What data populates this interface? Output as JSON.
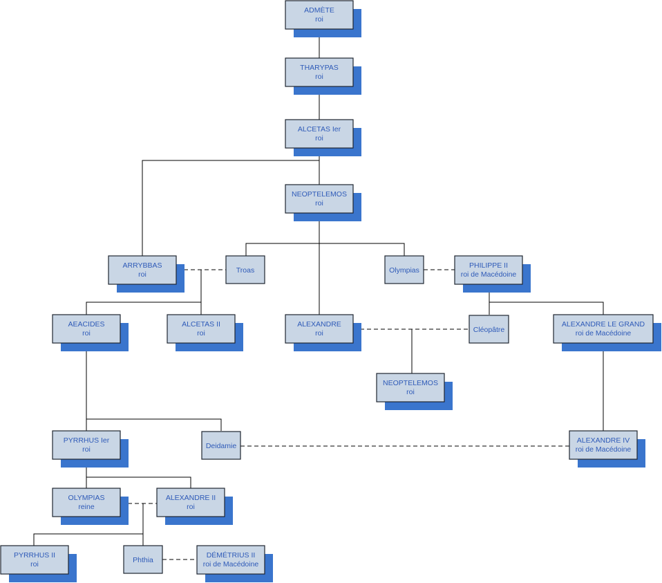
{
  "nodes": [
    {
      "id": "admete",
      "name": "ADMÈTE",
      "title": "roi"
    },
    {
      "id": "tharypas",
      "name": "THARYPAS",
      "title": "roi"
    },
    {
      "id": "alcetas1",
      "name": "ALCETAS Ier",
      "title": "roi"
    },
    {
      "id": "neoptelemos1",
      "name": "NEOPTELEMOS",
      "title": "roi"
    },
    {
      "id": "arrybbas",
      "name": "ARRYBBAS",
      "title": "roi"
    },
    {
      "id": "troas",
      "name": "Troas",
      "title": ""
    },
    {
      "id": "olympias",
      "name": "Olympias",
      "title": ""
    },
    {
      "id": "philippe2",
      "name": "PHILIPPE II",
      "title": "roi de Macédoine"
    },
    {
      "id": "aeacides",
      "name": "AEACIDES",
      "title": "roi"
    },
    {
      "id": "alcetas2",
      "name": "ALCETAS II",
      "title": "roi"
    },
    {
      "id": "alexandre",
      "name": "ALEXANDRE",
      "title": "roi"
    },
    {
      "id": "cleopatre",
      "name": "Cléopâtre",
      "title": ""
    },
    {
      "id": "alexandre_grand",
      "name": "ALEXANDRE LE GRAND",
      "title": "roi de Macédoine"
    },
    {
      "id": "neoptelemos2",
      "name": "NEOPTELEMOS",
      "title": "roi"
    },
    {
      "id": "pyrrhus1",
      "name": "PYRRHUS Ier",
      "title": "roi"
    },
    {
      "id": "deidamie",
      "name": "Deidamie",
      "title": ""
    },
    {
      "id": "alexandre4",
      "name": "ALEXANDRE IV",
      "title": "roi de Macédoine"
    },
    {
      "id": "olympias_reine",
      "name": "OLYMPIAS",
      "title": "reine"
    },
    {
      "id": "alexandre2",
      "name": "ALEXANDRE II",
      "title": "roi"
    },
    {
      "id": "pyrrhus2",
      "name": "PYRRHUS II",
      "title": "roi"
    },
    {
      "id": "phthia",
      "name": "Phthia",
      "title": ""
    },
    {
      "id": "demetrius2",
      "name": "DÉMÉTRIUS II",
      "title": "roi de Macédoine"
    }
  ],
  "colors": {
    "box_fill": "#c9d6e5",
    "shadow": "#3a75cd",
    "text": "#2e5ab8",
    "line": "#000000"
  }
}
